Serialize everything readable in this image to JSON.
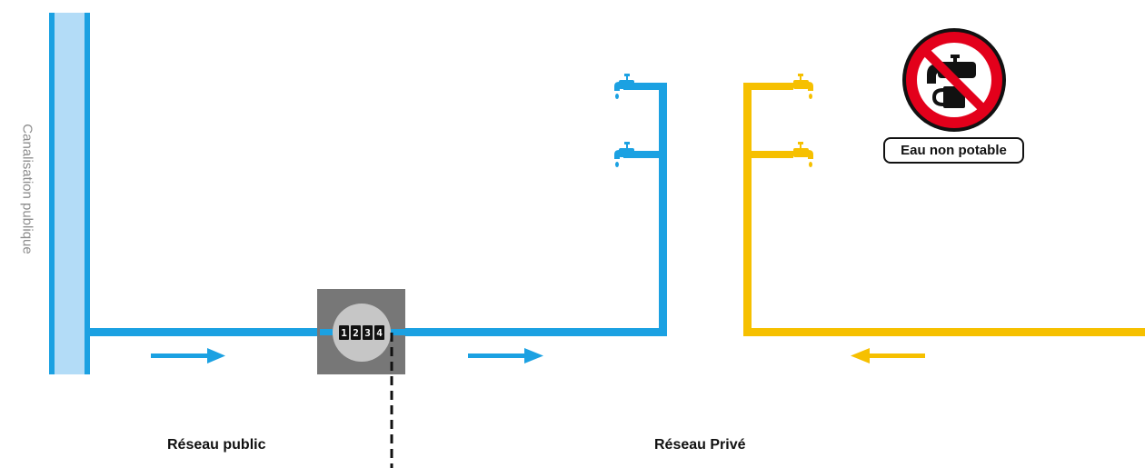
{
  "labels": {
    "public_network": "Réseau public",
    "private_network": "Réseau Privé",
    "public_main": "Canalisation publique",
    "non_potable": "Eau non potable"
  },
  "meter": {
    "digits": [
      "1",
      "2",
      "3",
      "4"
    ]
  },
  "colors": {
    "potable_pipe": "#1ba1e2",
    "main_fill": "#b3dcf7",
    "non_potable_pipe": "#f6c000",
    "meter_box": "#777777",
    "meter_dial": "#c6c6c6",
    "sign_red": "#e3001b",
    "dashed_line": "#111111"
  },
  "icons": {
    "tap": "tap-icon",
    "flow_arrow": "arrow-icon",
    "no_drinking": "no-drinking-water-icon"
  }
}
